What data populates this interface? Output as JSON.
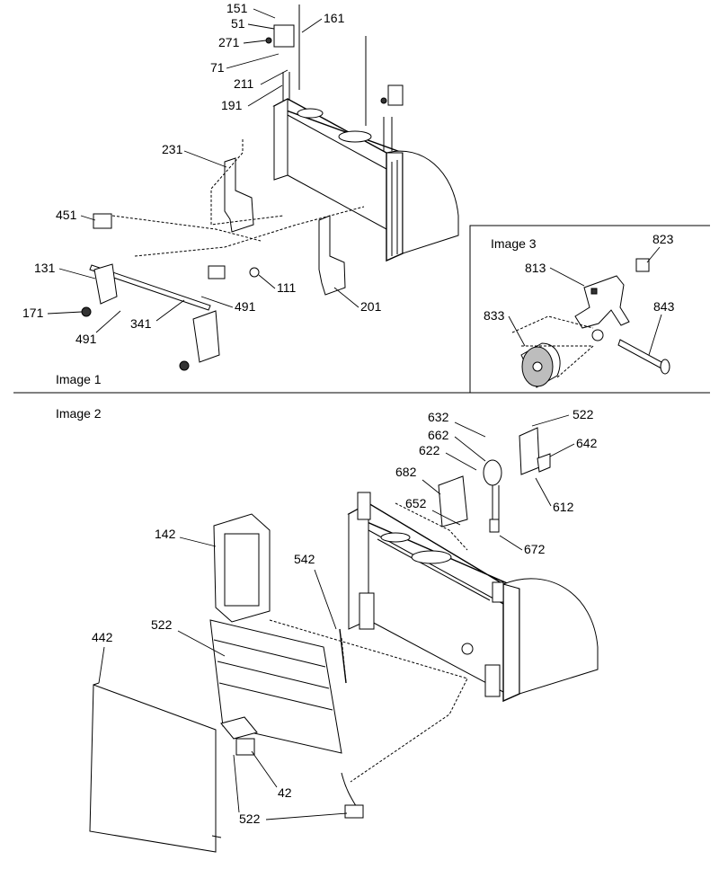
{
  "sections": {
    "image1": "Image 1",
    "image2": "Image 2",
    "image3": "Image 3"
  },
  "callouts": {
    "image1": [
      "151",
      "51",
      "161",
      "271",
      "71",
      "211",
      "191",
      "231",
      "451",
      "131",
      "171",
      "491",
      "341",
      "491",
      "111",
      "201"
    ],
    "image2": [
      "632",
      "522",
      "662",
      "642",
      "622",
      "682",
      "652",
      "612",
      "672",
      "142",
      "542",
      "522",
      "442",
      "42",
      "522"
    ],
    "image3": [
      "823",
      "813",
      "833",
      "843"
    ]
  }
}
